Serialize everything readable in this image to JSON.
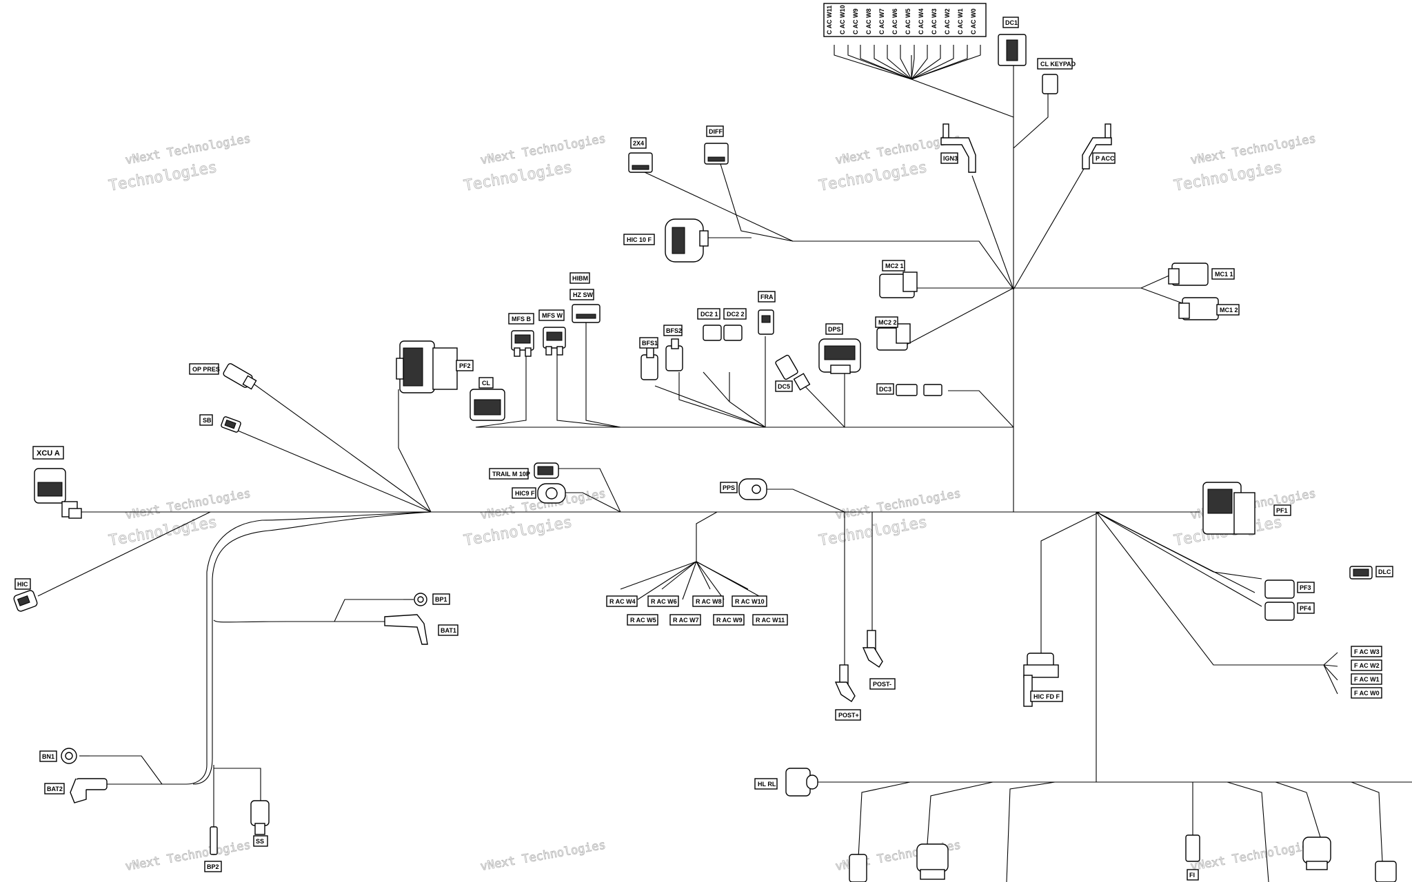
{
  "watermark": {
    "line1": "vNext Technologies",
    "line2": "Technologies"
  },
  "labels": {
    "xcu_a": "XCU A",
    "hic": "HIC",
    "op_pres": "OP PRES",
    "sb": "SB",
    "pf2": "PF2",
    "cl": "CL",
    "mfs_b": "MFS B",
    "mfs_w": "MFS W",
    "hibm": "HIBM",
    "hz_sw": "HZ SW",
    "bfs1": "BFS1",
    "bfs2": "BFS2",
    "dc2_1": "DC2 1",
    "dc2_2": "DC2 2",
    "fra": "FRA",
    "dc5": "DC5",
    "dps": "DPS",
    "mc2_1": "MC2 1",
    "mc2_2": "MC2 2",
    "dc3": "DC3",
    "mc1_1": "MC1 1",
    "mc1_2": "MC1 2",
    "x2x4": "2X4",
    "diff": "DIFF",
    "hic_10_f": "HIC 10 F",
    "ign3": "IGN3",
    "p_acc": "P ACC",
    "dc1": "DC1",
    "cl_keypad": "CL KEYPAD",
    "trail_m_10p": "TRAIL M 10P",
    "hic9_f": "HIC9 F",
    "pps": "PPS",
    "r_ac_w4": "R AC W4",
    "r_ac_w5": "R AC W5",
    "r_ac_w6": "R AC W6",
    "r_ac_w7": "R AC W7",
    "r_ac_w8": "R AC W8",
    "r_ac_w9": "R AC W9",
    "r_ac_w10": "R AC W10",
    "r_ac_w11": "R AC W11",
    "post_plus": "POST+",
    "post_minus": "POST-",
    "hic_fd_f": "HIC FD F",
    "pf1": "PF1",
    "dlc": "DLC",
    "pf3": "PF3",
    "pf4": "PF4",
    "f_ac_w3": "F AC W3",
    "f_ac_w2": "F AC W2",
    "f_ac_w1": "F AC W1",
    "f_ac_w0": "F AC W0",
    "bp1": "BP1",
    "bat1": "BAT1",
    "bn1": "BN1",
    "bat2": "BAT2",
    "ss": "SS",
    "bp2": "BP2",
    "hl_rl": "HL RL",
    "fi": "FI"
  },
  "top_strip": [
    "C AC W11",
    "C AC W10",
    "C AC W9",
    "C AC W8",
    "C AC W7",
    "C AC W6",
    "C AC W5",
    "C AC W4",
    "C AC W3",
    "C AC W2",
    "C AC W1",
    "C AC W0"
  ]
}
